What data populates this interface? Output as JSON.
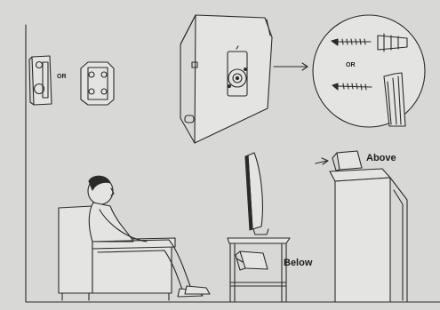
{
  "labels": {
    "or_wall_speakers": "OR",
    "or_fasteners": "OR",
    "above": "Above",
    "below": "Below"
  },
  "colors": {
    "background": "#d8d9d6",
    "line": "#2a2a2a",
    "fill": "#e4e5e2"
  }
}
